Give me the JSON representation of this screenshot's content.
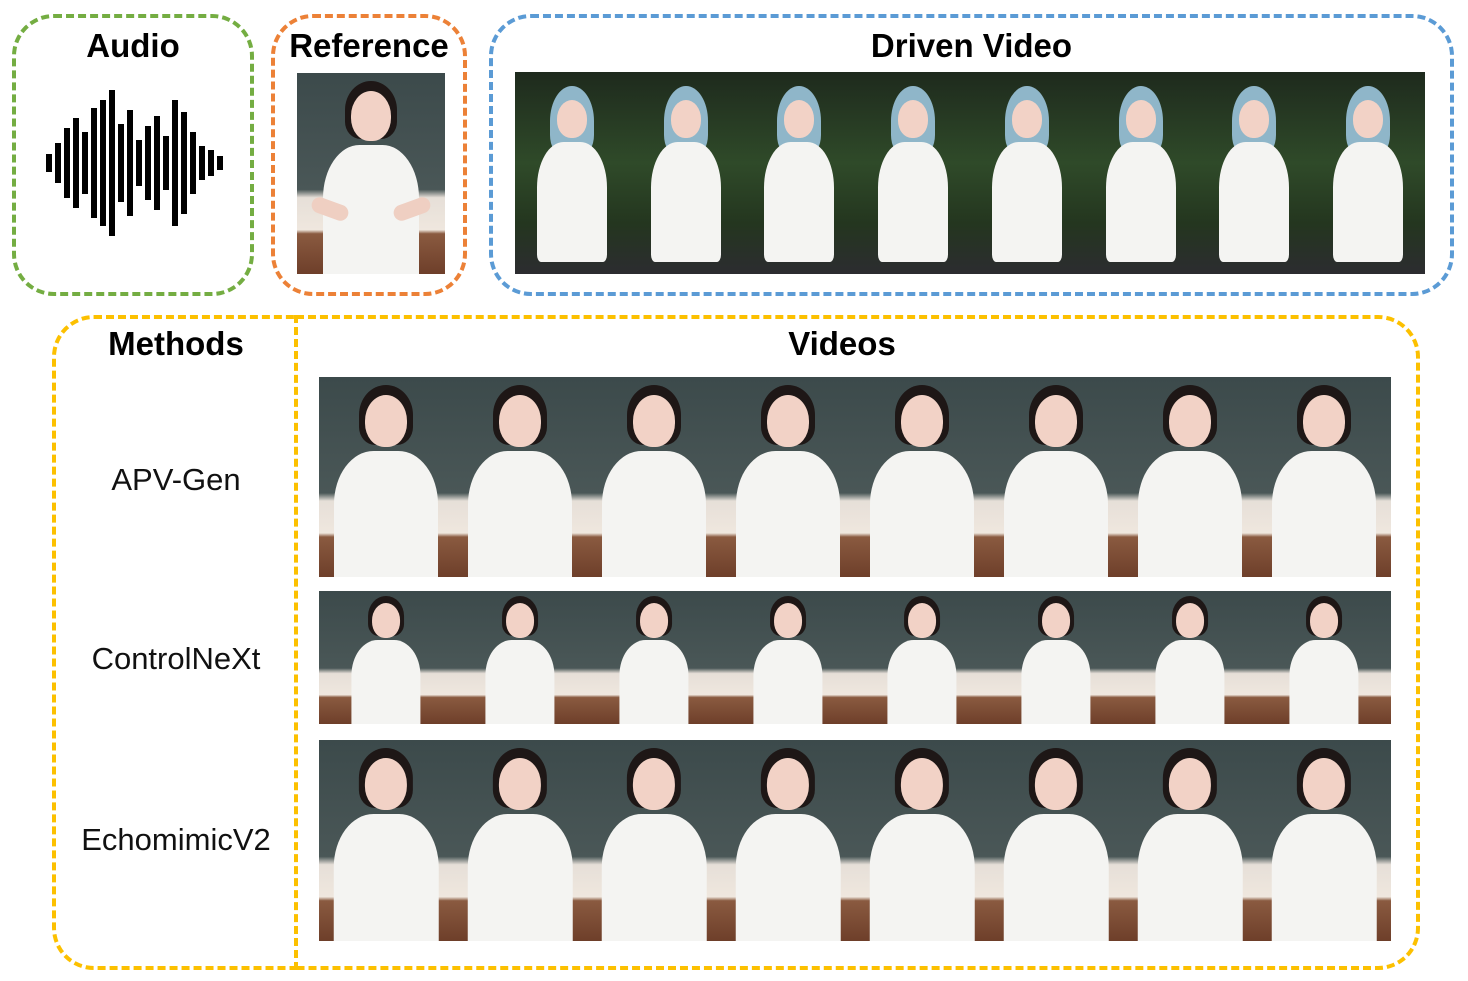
{
  "audio": {
    "title": "Audio"
  },
  "reference": {
    "title": "Reference"
  },
  "driven": {
    "title": "Driven Video"
  },
  "methods": {
    "title": "Methods",
    "items": [
      "APV-Gen",
      "ControlNeXt",
      "EchomimicV2"
    ]
  },
  "videos": {
    "title": "Videos"
  },
  "colors": {
    "audio_border": "#74ad42",
    "reference_border": "#ec8137",
    "driven_border": "#5b9bd5",
    "methods_border": "#fcc000"
  }
}
